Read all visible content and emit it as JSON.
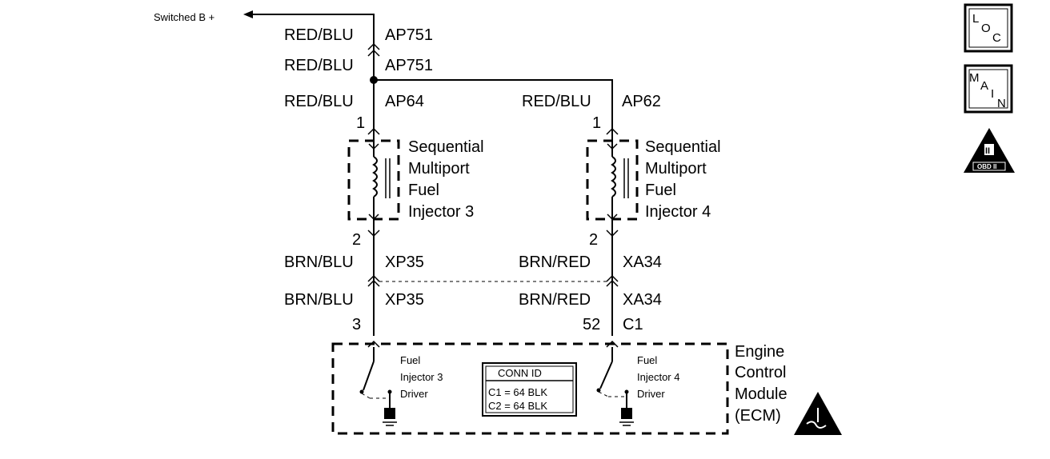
{
  "supply": {
    "label": "Switched B +"
  },
  "top_connectors": [
    {
      "color": "RED/BLU",
      "circuit": "AP751"
    },
    {
      "color": "RED/BLU",
      "circuit": "AP751"
    }
  ],
  "injector3": {
    "upper_color": "RED/BLU",
    "upper_circuit": "AP64",
    "upper_pin": "1",
    "name_lines": [
      "Sequential",
      "Multiport",
      "Fuel",
      "Injector 3"
    ],
    "lower_pin": "2",
    "lower_color": "BRN/BLU",
    "lower_circuit": "XP35",
    "ecm_color": "BRN/BLU",
    "ecm_circuit": "XP35",
    "ecm_pin": "3"
  },
  "injector4": {
    "upper_color": "RED/BLU",
    "upper_circuit": "AP62",
    "upper_pin": "1",
    "name_lines": [
      "Sequential",
      "Multiport",
      "Fuel",
      "Injector 4"
    ],
    "lower_pin": "2",
    "lower_color": "BRN/RED",
    "lower_circuit": "XA34",
    "ecm_color": "BRN/RED",
    "ecm_circuit": "XA34",
    "ecm_pin": "52",
    "ecm_connector": "C1"
  },
  "ecm": {
    "name_lines": [
      "Engine",
      "Control",
      "Module",
      "(ECM)"
    ],
    "driver3_lines": [
      "Fuel",
      "Injector 3",
      "Driver"
    ],
    "driver4_lines": [
      "Fuel",
      "Injector 4",
      "Driver"
    ],
    "conn_id": {
      "title": "CONN ID",
      "rows": [
        "C1 = 64 BLK",
        "C2 = 64 BLK"
      ]
    }
  },
  "icons": {
    "loc": {
      "l": "L",
      "o": "O",
      "c": "C"
    },
    "main": {
      "m": "M",
      "a": "A",
      "i": "I",
      "n": "N"
    },
    "obd": {
      "roman": "II",
      "label": "OBD II"
    }
  }
}
